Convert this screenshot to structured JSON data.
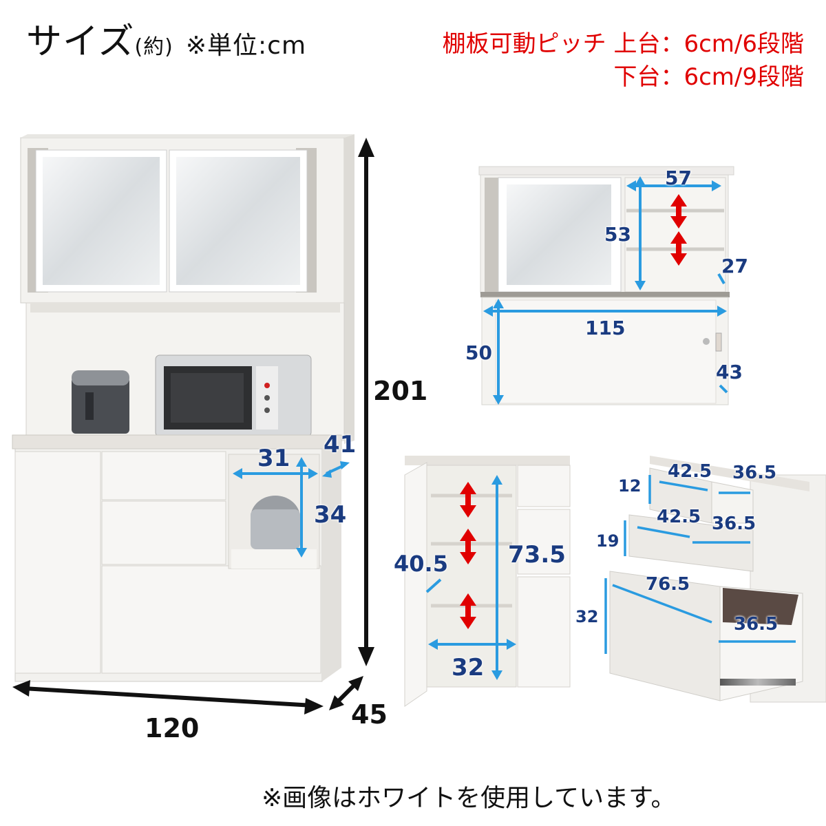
{
  "header": {
    "title": "サイズ",
    "approx": "(約)",
    "unit_note": "※単位:cm"
  },
  "pitch": {
    "label": "棚板可動ピッチ",
    "upper": "上台：6cm/6段階",
    "lower": "下台：6cm/9段階"
  },
  "main_dims": {
    "height": "201",
    "width": "120",
    "depth": "45"
  },
  "main_details": {
    "slide_width": "31",
    "slide_depth": "41",
    "slide_height": "34"
  },
  "upper_detail": {
    "shelf_width": "57",
    "shelf_height": "53",
    "shelf_depth": "27",
    "counter_width": "115",
    "counter_height": "50",
    "counter_depth": "43"
  },
  "cabinet_detail": {
    "depth": "40.5",
    "height": "73.5",
    "width": "32"
  },
  "drawer_detail": {
    "d1_height": "12",
    "d1_width": "42.5",
    "d1_depth": "36.5",
    "d2_height": "19",
    "d2_width": "42.5",
    "d2_depth": "36.5",
    "d3_height": "32",
    "d3_width": "76.5",
    "d3_depth": "36.5"
  },
  "footnote": "※画像はホワイトを使用しています。",
  "colors": {
    "dimension_line": "#2a9be0",
    "arrow_red": "#e00000",
    "cabinet_white": "#f4f3f0",
    "frost_glass": "#e9ecee"
  }
}
